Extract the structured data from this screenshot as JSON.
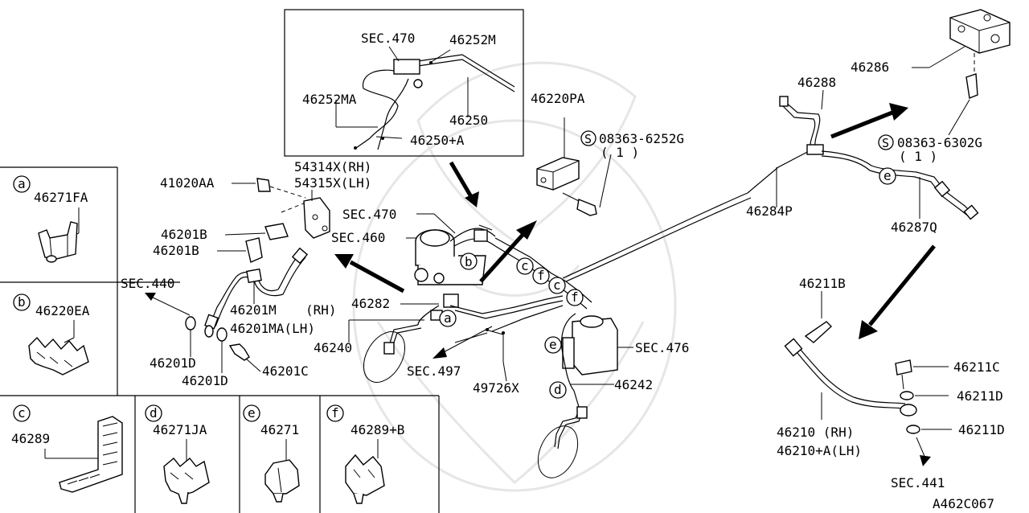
{
  "labels": {
    "sec470_top": "SEC.470",
    "p46252m": "46252M",
    "p46252ma": "46252MA",
    "p46250": "46250",
    "p46250a": "46250+A",
    "p46220pa": "46220PA",
    "bolt1_code": "08363-6252G",
    "bolt1_qty": "( 1 )",
    "p54314x": "54314X(RH)",
    "p54315x": "54315X(LH)",
    "p41020aa": "41020AA",
    "sec470_mid": "SEC.470",
    "sec460": "SEC.460",
    "p46201b_1": "46201B",
    "p46201b_2": "46201B",
    "sec440": "SEC.440",
    "p46201m": "46201M",
    "rh_1": "(RH)",
    "p46201ma": "46201MA(LH)",
    "p46282": "46282",
    "p46240": "46240",
    "p46201d_1": "46201D",
    "p46201d_2": "46201D",
    "p46201c": "46201C",
    "sec497": "SEC.497",
    "p49726x": "49726X",
    "p46242": "46242",
    "sec476": "SEC.476",
    "p46286": "46286",
    "p46288": "46288",
    "bolt2_code": "08363-6302G",
    "bolt2_qty": "( 1 )",
    "p46284p": "46284P",
    "p46287q": "46287Q",
    "p46211b": "46211B",
    "p46211c": "46211C",
    "p46211d_1": "46211D",
    "p46211d_2": "46211D",
    "p46210": "46210  (RH)",
    "p46210a": "46210+A(LH)",
    "sec441": "SEC.441",
    "ref": "A462C067",
    "s_mark": "S"
  },
  "callouts": [
    "a",
    "b",
    "c",
    "d",
    "e",
    "f"
  ],
  "legend": {
    "a": {
      "letter": "a",
      "part": "46271FA"
    },
    "b": {
      "letter": "b",
      "part": "46220EA"
    },
    "c": {
      "letter": "c",
      "part": "46289"
    },
    "d": {
      "letter": "d",
      "part": "46271JA"
    },
    "e": {
      "letter": "e",
      "part": "46271"
    },
    "f": {
      "letter": "f",
      "part": "46289+B"
    }
  }
}
